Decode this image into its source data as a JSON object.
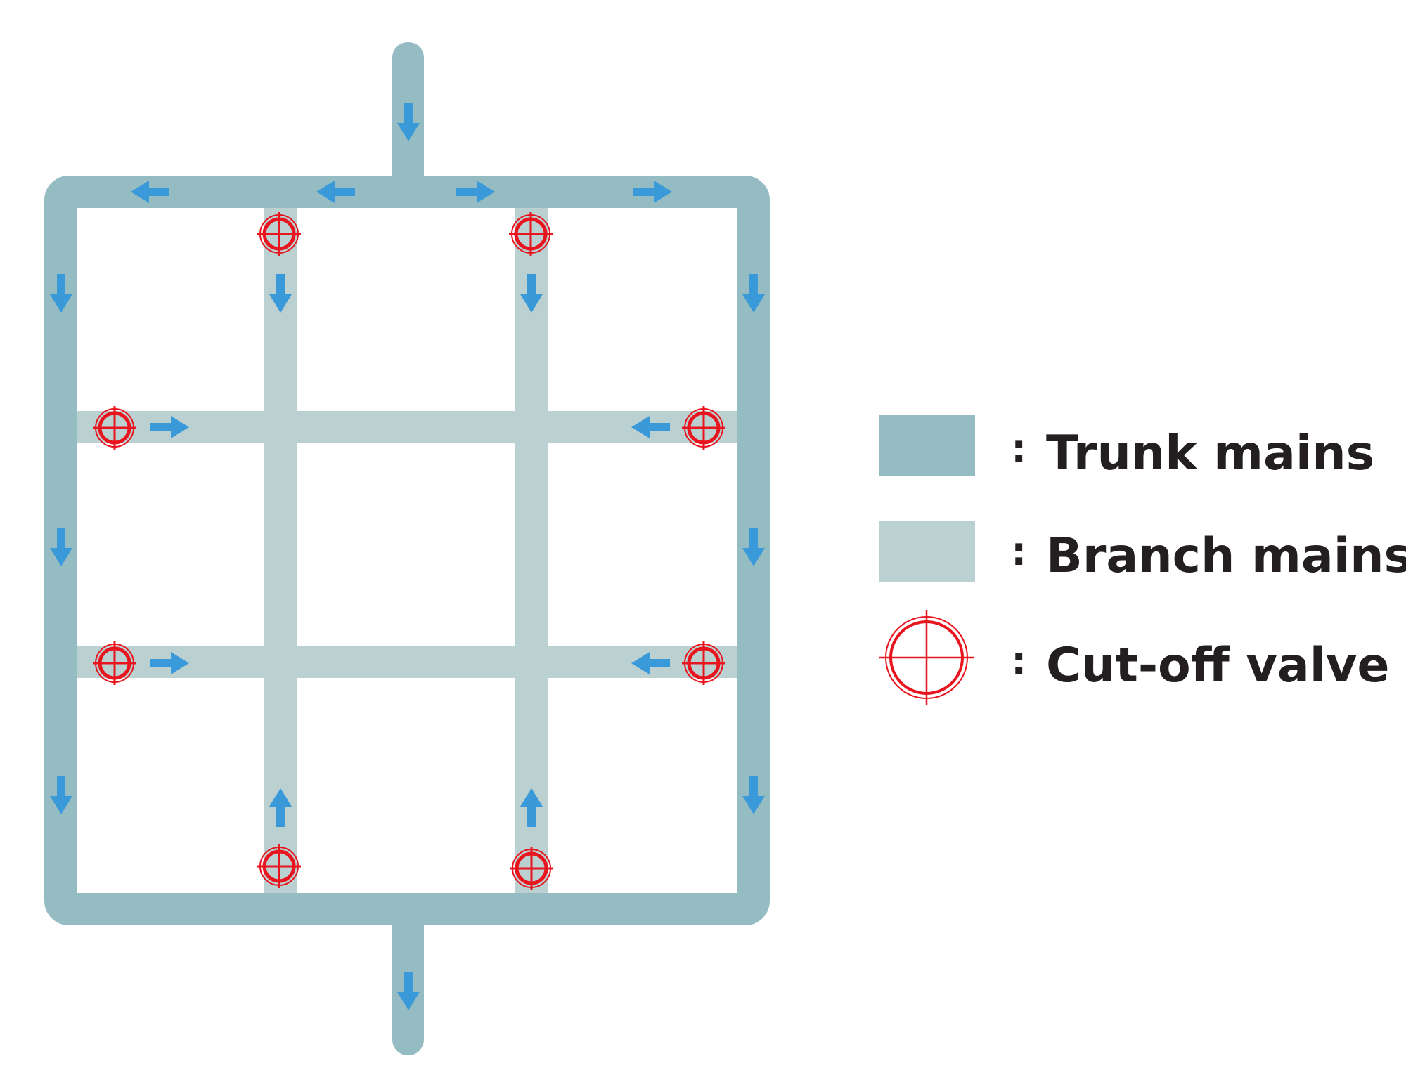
{
  "colors": {
    "trunk": "#95bcc2",
    "branch": "#bad0d1",
    "flow_arrow": "#3a9ad9",
    "valve": "#e8141e"
  },
  "legend": {
    "items": [
      {
        "symbol": "trunk-swatch",
        "separator": ":",
        "label": "Trunk mains"
      },
      {
        "symbol": "branch-swatch",
        "separator": ":",
        "label": "Branch mains"
      },
      {
        "symbol": "cut-off-valve-icon",
        "separator": ":",
        "label": "Cut-off valve"
      }
    ]
  }
}
